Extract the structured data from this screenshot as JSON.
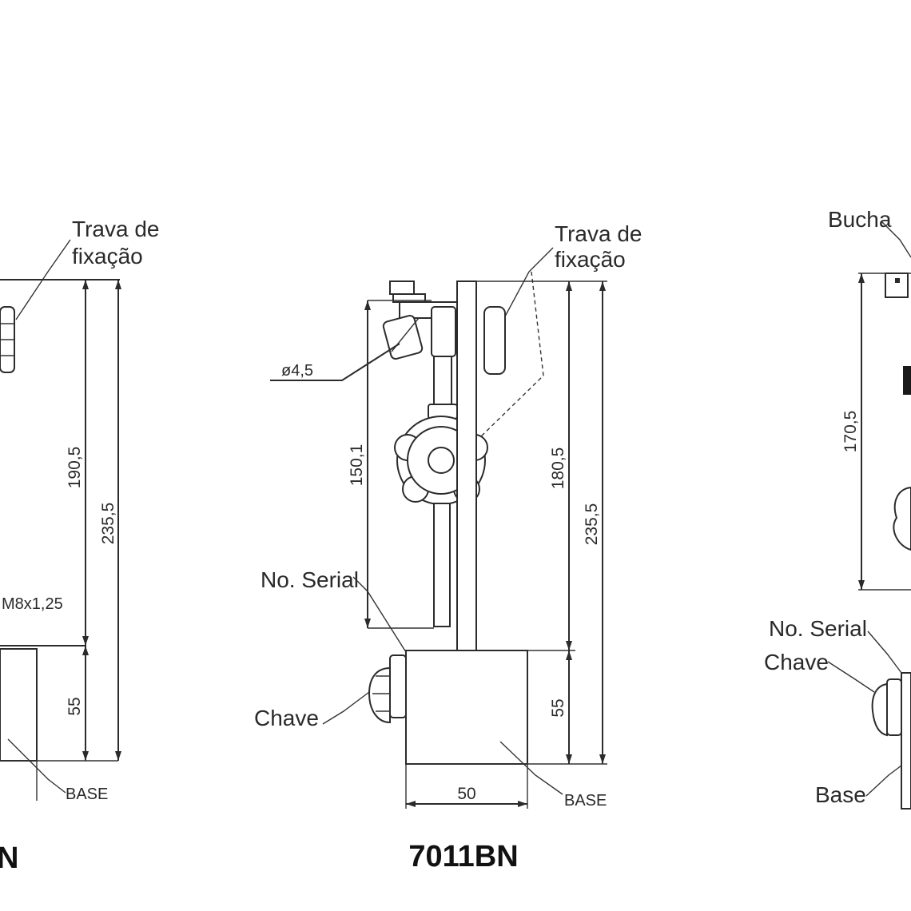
{
  "left_panel": {
    "title": "N",
    "lock_label_1": "Trava de",
    "lock_label_2": "fixação",
    "dim_190": "190,5",
    "dim_235": "235,5",
    "dim_55": "55",
    "thread": "M8x1,25",
    "base_label": "BASE"
  },
  "center_panel": {
    "title": "7011BN",
    "lock_label_1": "Trava de",
    "lock_label_2": "fixação",
    "diameter": "ø4,5",
    "dim_150": "150,1",
    "dim_180": "180,5",
    "dim_235": "235,5",
    "dim_55": "55",
    "dim_50": "50",
    "serial_label": "No. Serial",
    "key_label": "Chave",
    "base_label": "BASE"
  },
  "right_panel": {
    "bushing_label": "Bucha",
    "dim_170": "170,5",
    "serial_label": "No. Serial",
    "key_label": "Chave",
    "base_label": "Base"
  }
}
